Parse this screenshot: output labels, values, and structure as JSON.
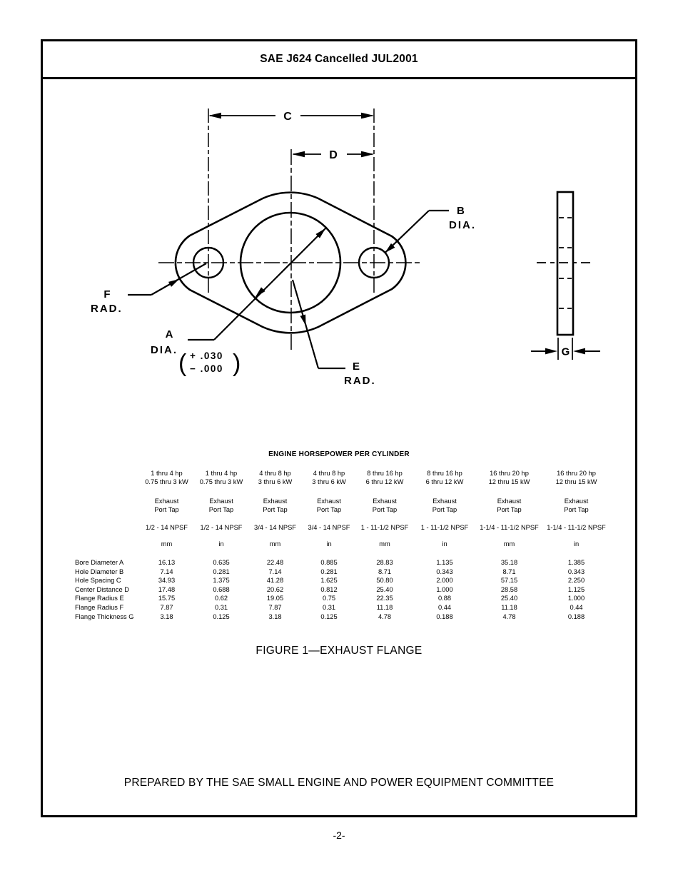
{
  "page": {
    "header_title": "SAE J624 Cancelled JUL2001",
    "figure_caption": "FIGURE 1—EXHAUST FLANGE",
    "footer": "PREPARED BY THE SAE SMALL ENGINE AND POWER EQUIPMENT COMMITTEE",
    "page_number": "-2-"
  },
  "drawing": {
    "labels": {
      "dim_c": "C",
      "dim_d": "D",
      "b_label": "B",
      "b_suffix": "DIA.",
      "f_label": "F",
      "f_suffix": "RAD.",
      "a_label": "A",
      "a_suffix": "DIA.",
      "paren_open": "(",
      "paren_close": ")",
      "tol_plus": "+ .030",
      "tol_minus": "− .000",
      "e_label": "E",
      "e_suffix": "RAD.",
      "g_label": "G"
    }
  },
  "table": {
    "title": "ENGINE HORSEPOWER PER CYLINDER",
    "columns": [
      {
        "hp": "1 thru 4 hp",
        "kw": "0.75 thru 3 kW",
        "tap1": "Exhaust",
        "tap2": "Port Tap",
        "npsf": "1/2 - 14 NPSF",
        "unit": "mm"
      },
      {
        "hp": "1 thru 4 hp",
        "kw": "0.75 thru 3 kW",
        "tap1": "Exhaust",
        "tap2": "Port Tap",
        "npsf": "1/2 - 14 NPSF",
        "unit": "in"
      },
      {
        "hp": "4 thru 8 hp",
        "kw": "3 thru 6 kW",
        "tap1": "Exhaust",
        "tap2": "Port Tap",
        "npsf": "3/4 - 14 NPSF",
        "unit": "mm"
      },
      {
        "hp": "4 thru 8 hp",
        "kw": "3 thru 6 kW",
        "tap1": "Exhaust",
        "tap2": "Port Tap",
        "npsf": "3/4 - 14 NPSF",
        "unit": "in"
      },
      {
        "hp": "8 thru 16 hp",
        "kw": "6 thru 12 kW",
        "tap1": "Exhaust",
        "tap2": "Port Tap",
        "npsf": "1 - 11-1/2 NPSF",
        "unit": "mm"
      },
      {
        "hp": "8 thru 16 hp",
        "kw": "6 thru 12 kW",
        "tap1": "Exhaust",
        "tap2": "Port Tap",
        "npsf": "1 - 11-1/2 NPSF",
        "unit": "in"
      },
      {
        "hp": "16 thru 20 hp",
        "kw": "12 thru 15 kW",
        "tap1": "Exhaust",
        "tap2": "Port Tap",
        "npsf": "1-1/4 - 11-1/2 NPSF",
        "unit": "mm"
      },
      {
        "hp": "16 thru 20 hp",
        "kw": "12 thru 15 kW",
        "tap1": "Exhaust",
        "tap2": "Port Tap",
        "npsf": "1-1/4 - 11-1/2 NPSF",
        "unit": "in"
      }
    ],
    "rows": [
      {
        "label": "Bore Diameter A",
        "values": [
          "16.13",
          "0.635",
          "22.48",
          "0.885",
          "28.83",
          "1.135",
          "35.18",
          "1.385"
        ]
      },
      {
        "label": "Hole Diameter B",
        "values": [
          "7.14",
          "0.281",
          "7.14",
          "0.281",
          "8.71",
          "0.343",
          "8.71",
          "0.343"
        ]
      },
      {
        "label": "Hole Spacing C",
        "values": [
          "34.93",
          "1.375",
          "41.28",
          "1.625",
          "50.80",
          "2.000",
          "57.15",
          "2.250"
        ]
      },
      {
        "label": "Center Distance D",
        "values": [
          "17.48",
          "0.688",
          "20.62",
          "0.812",
          "25.40",
          "1.000",
          "28.58",
          "1.125"
        ]
      },
      {
        "label": "Flange Radius E",
        "values": [
          "15.75",
          "0.62",
          "19.05",
          "0.75",
          "22.35",
          "0.88",
          "25.40",
          "1.000"
        ]
      },
      {
        "label": "Flange Radius F",
        "values": [
          "7.87",
          "0.31",
          "7.87",
          "0.31",
          "11.18",
          "0.44",
          "11.18",
          "0.44"
        ]
      },
      {
        "label": "Flange Thickness G",
        "values": [
          "3.18",
          "0.125",
          "3.18",
          "0.125",
          "4.78",
          "0.188",
          "4.78",
          "0.188"
        ]
      }
    ]
  }
}
